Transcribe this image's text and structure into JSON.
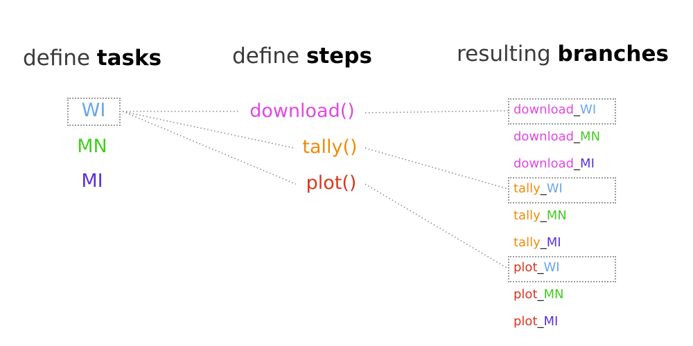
{
  "headings": {
    "tasks": {
      "prefix": "define ",
      "strong": "tasks"
    },
    "steps": {
      "prefix": "define ",
      "strong": "steps"
    },
    "branches": {
      "prefix": "resulting ",
      "strong": "branches"
    }
  },
  "tasks": [
    {
      "label": "WI",
      "color": "#6aa6e8",
      "highlighted": true
    },
    {
      "label": "MN",
      "color": "#44cc22"
    },
    {
      "label": "MI",
      "color": "#5b2fd6"
    }
  ],
  "steps": [
    {
      "label": "download()",
      "color": "#e048e0"
    },
    {
      "label": "tally()",
      "color": "#ef8a0a"
    },
    {
      "label": "plot()",
      "color": "#d9351e"
    }
  ],
  "branches": [
    {
      "step": "download",
      "sep": "_",
      "task": "WI",
      "step_color": "#e048e0",
      "task_color": "#6aa6e8",
      "highlighted": true
    },
    {
      "step": "download",
      "sep": "_",
      "task": "MN",
      "step_color": "#e048e0",
      "task_color": "#44cc22"
    },
    {
      "step": "download",
      "sep": "_",
      "task": "MI",
      "step_color": "#e048e0",
      "task_color": "#5b2fd6"
    },
    {
      "step": "tally",
      "sep": "_",
      "task": "WI",
      "step_color": "#ef8a0a",
      "task_color": "#6aa6e8",
      "highlighted": true
    },
    {
      "step": "tally",
      "sep": "_",
      "task": "MN",
      "step_color": "#ef8a0a",
      "task_color": "#44cc22"
    },
    {
      "step": "tally",
      "sep": "_",
      "task": "MI",
      "step_color": "#ef8a0a",
      "task_color": "#5b2fd6"
    },
    {
      "step": "plot",
      "sep": "_",
      "task": "WI",
      "step_color": "#d9351e",
      "task_color": "#6aa6e8",
      "highlighted": true
    },
    {
      "step": "plot",
      "sep": "_",
      "task": "MN",
      "step_color": "#d9351e",
      "task_color": "#44cc22"
    },
    {
      "step": "plot",
      "sep": "_",
      "task": "MI",
      "step_color": "#d9351e",
      "task_color": "#5b2fd6"
    }
  ],
  "separator_color": "#222222",
  "line_color": "#888888"
}
